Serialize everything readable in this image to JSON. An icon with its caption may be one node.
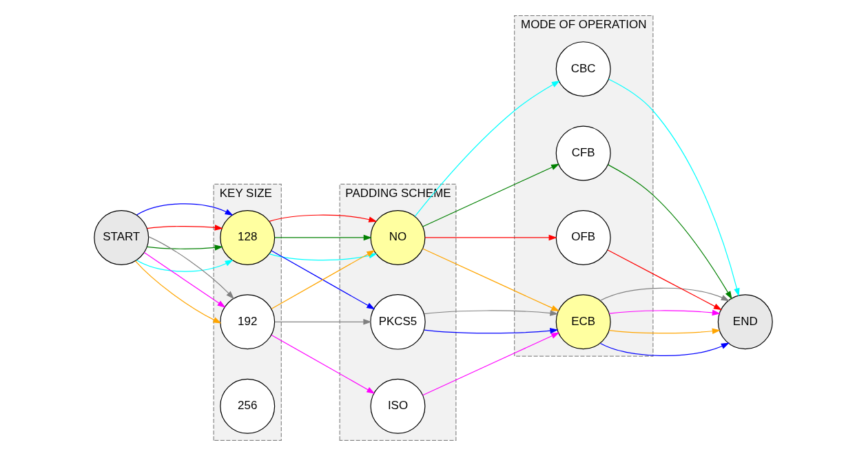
{
  "diagram": {
    "nodes": [
      {
        "text": [
          "START"
        ]
      },
      {
        "text": [
          "KEY SIZE"
        ]
      },
      {
        "text": [
          "128"
        ],
        "in": 1
      },
      {
        "text": [
          "192"
        ],
        "in": 1
      },
      {
        "text": [
          "256"
        ],
        "in": 1
      },
      {
        "text": [
          "PADDING SCHEME"
        ]
      },
      {
        "text": [
          "NO"
        ],
        "in": 5
      },
      {
        "text": [
          "ISO"
        ],
        "in": 5
      },
      {
        "text": [
          "PKCS5"
        ],
        "in": 5
      },
      {
        "text": [
          "MODE OF OPERATION"
        ]
      },
      {
        "text": [
          "CBC"
        ],
        "in": 9
      },
      {
        "text": [
          "CFB"
        ],
        "in": 9
      },
      {
        "text": [
          "ECB"
        ],
        "in": 9
      },
      {
        "text": [
          "OFB"
        ],
        "in": 9
      },
      {
        "text": [
          "END"
        ]
      }
    ],
    "edges": [
      {
        "from": 0,
        "to": 2,
        "arrow": "to",
        "color": "#00ffff"
      },
      {
        "from": 2,
        "to": 6,
        "arrow": "to",
        "color": "#00ffff"
      },
      {
        "from": 6,
        "to": 10,
        "arrow": "to",
        "color": "#00ffff"
      },
      {
        "from": 10,
        "to": 14,
        "arrow": "to",
        "color": "#00ffff"
      },
      {
        "from": 0,
        "to": 2,
        "arrow": "to",
        "color": "#008000"
      },
      {
        "from": 2,
        "to": 6,
        "arrow": "to",
        "color": "#008000"
      },
      {
        "from": 6,
        "to": 11,
        "arrow": "to",
        "color": "#008000"
      },
      {
        "from": 11,
        "to": 14,
        "arrow": "to",
        "color": "#008000"
      },
      {
        "from": 0,
        "to": 2,
        "arrow": "to",
        "color": "#ff0000"
      },
      {
        "from": 2,
        "to": 6,
        "arrow": "to",
        "color": "#ff0000"
      },
      {
        "from": 6,
        "to": 13,
        "arrow": "to",
        "color": "#ff0000"
      },
      {
        "from": 13,
        "to": 14,
        "arrow": "to",
        "color": "#ff0000"
      },
      {
        "from": 0,
        "to": 2,
        "arrow": "to",
        "color": "#0000ff"
      },
      {
        "from": 2,
        "to": 8,
        "arrow": "to",
        "color": "#0000ff"
      },
      {
        "from": 8,
        "to": 12,
        "arrow": "to",
        "color": "#0000ff"
      },
      {
        "from": 12,
        "to": 14,
        "arrow": "to",
        "color": "#0000ff"
      },
      {
        "from": 0,
        "to": 3,
        "arrow": "to",
        "color": "#ffa500"
      },
      {
        "from": 3,
        "to": 6,
        "arrow": "to",
        "color": "#ffa500"
      },
      {
        "from": 6,
        "to": 12,
        "arrow": "to",
        "color": "#ffa500"
      },
      {
        "from": 12,
        "to": 14,
        "arrow": "to",
        "color": "#ffa500"
      },
      {
        "from": 0,
        "to": 3,
        "arrow": "to",
        "color": "#ff00ff"
      },
      {
        "from": 3,
        "to": 7,
        "arrow": "to",
        "color": "#ff00ff"
      },
      {
        "from": 7,
        "to": 12,
        "arrow": "to",
        "color": "#ff00ff"
      },
      {
        "from": 12,
        "to": 14,
        "arrow": "to",
        "color": "#ff00ff"
      },
      {
        "from": 0,
        "to": 3,
        "arrow": "to",
        "color": "#808080"
      },
      {
        "from": 3,
        "to": 8,
        "arrow": "to",
        "color": "#808080"
      },
      {
        "from": 8,
        "to": 12,
        "arrow": "to",
        "color": "#808080"
      },
      {
        "from": 12,
        "to": 14,
        "arrow": "to",
        "color": "#808080"
      }
    ]
  }
}
